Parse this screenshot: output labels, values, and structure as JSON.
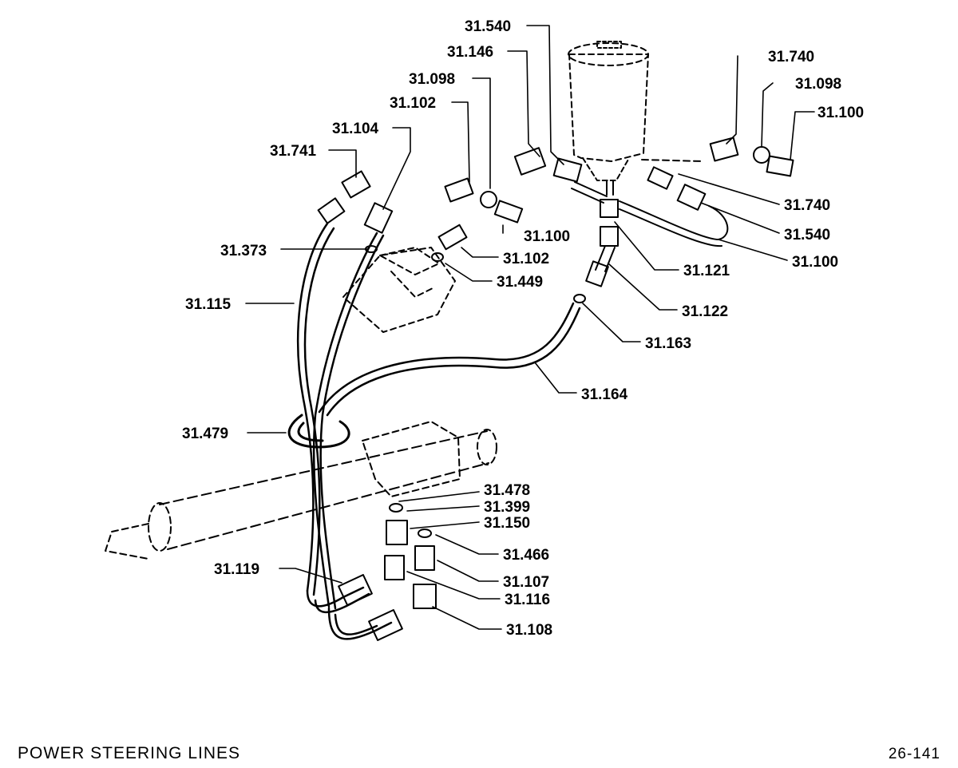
{
  "footer": {
    "title": "POWER STEERING LINES",
    "page": "26-141"
  },
  "callouts": [
    "31.540",
    "31.146",
    "31.098",
    "31.102",
    "31.104",
    "31.741",
    "31.740",
    "31.098",
    "31.100",
    "31.740",
    "31.540",
    "31.100",
    "31.121",
    "31.122",
    "31.163",
    "31.100",
    "31.102",
    "31.449",
    "31.373",
    "31.115",
    "31.164",
    "31.479",
    "31.478",
    "31.399",
    "31.150",
    "31.466",
    "31.107",
    "31.119",
    "31.116",
    "31.108"
  ]
}
